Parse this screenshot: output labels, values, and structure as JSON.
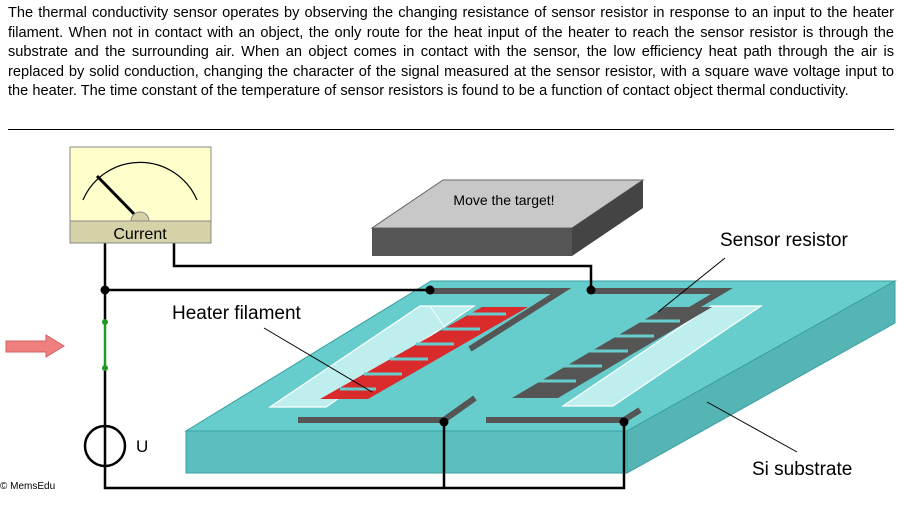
{
  "description": "The thermal conductivity sensor operates by observing the changing resistance of sensor resistor in response to an input to the heater filament. When not in contact with an object, the only route for the heat input of the heater to reach the sensor resistor is through the substrate and the surrounding air. When an object comes in contact with the sensor, the low efficiency heat path through the air is replaced by solid conduction, changing the character of the signal measured at the sensor resistor, with a square wave voltage input to the heater. The time constant of the temperature of sensor resistors is found to be a function of contact object thermal conductivity.",
  "meter": {
    "label": "Current"
  },
  "target": {
    "label": "Move the target!"
  },
  "labels": {
    "sensor_resistor": "Sensor resistor",
    "heater_filament": "Heater filament",
    "si_substrate": "Si substrate",
    "source": "U"
  },
  "copyright": "© MemsEdu",
  "colors": {
    "substrate_top": "#66cccc",
    "substrate_side": "#5bbfbf",
    "cavity": "#bfeeee",
    "heater": "#d92b2b",
    "sensor": "#555555",
    "meter_face": "#ffffcc",
    "meter_base": "#d6d2a8",
    "target_top": "#c8c8c8",
    "target_side": "#555555",
    "arrow": "#f08080",
    "switch": "#229922"
  }
}
